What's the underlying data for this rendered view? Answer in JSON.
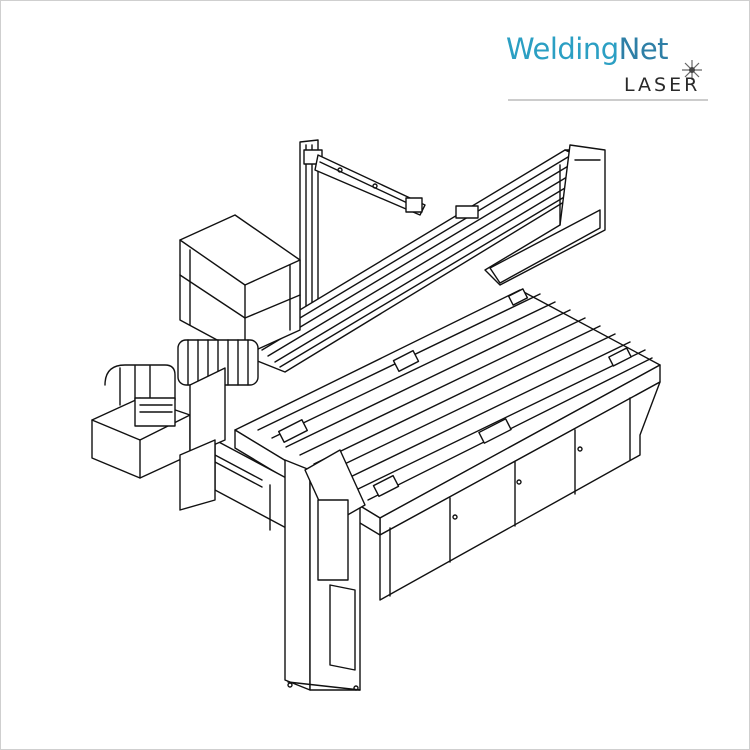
{
  "logo": {
    "brand_part1": "Welding",
    "brand_part2": "Net",
    "subtitle": "LASER",
    "colors": {
      "primary": "#2b9fc3",
      "secondary": "#2e7fa6",
      "text": "#2a2a2a"
    }
  },
  "illustration": {
    "subject": "laser-welding-gantry-machine-line-drawing",
    "style": "black line art on white",
    "icon": "gantry-machine-icon"
  }
}
